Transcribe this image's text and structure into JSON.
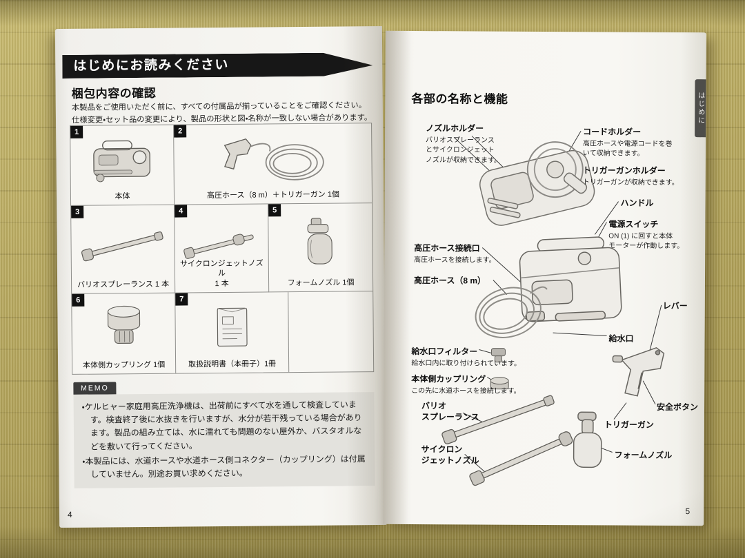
{
  "photo": {
    "left_page": {
      "page_number": "4",
      "banner_title": "はじめにお読みください",
      "section_title": "梱包内容の確認",
      "intro": "本製品をご使用いただく前に、すべての付属品が揃っていることをご確認ください。\n仕様変更・セット品の変更により、製品の形状と図・名称が一致しない場合があります。",
      "items": [
        {
          "num": "1",
          "caption": "本体"
        },
        {
          "num": "2",
          "caption": "高圧ホース（8 m）＋トリガーガン 1個"
        },
        {
          "num": "3",
          "caption": "バリオスプレーランス 1 本"
        },
        {
          "num": "4",
          "caption": "サイクロンジェットノズル\n1 本"
        },
        {
          "num": "5",
          "caption": "フォームノズル 1個"
        },
        {
          "num": "6",
          "caption": "本体側カップリング 1個"
        },
        {
          "num": "7",
          "caption": "取扱説明書（本冊子）1冊"
        }
      ],
      "memo_label": "MEMO",
      "memo_bullets": [
        "・ケルヒャー家庭用高圧洗浄機は、出荷前にすべて水を通して検査しています。検査終了後に水抜きを行いますが、水分が若干残っている場合があります。製品の組み立ては、水に濡れても問題のない屋外か、バスタオルなどを敷いて行ってください。",
        "・本製品には、水道ホースや水道ホース側コネクター（カップリング）は付属していません。別途お買い求めください。"
      ]
    },
    "right_page": {
      "page_number": "5",
      "side_tab": "はじめに",
      "section_title": "各部の名称と機能",
      "callouts": {
        "nozzle_holder": {
          "title": "ノズルホルダー",
          "desc": "バリオスプレーランス\nとサイクロンジェット\nノズルが収納できます。"
        },
        "cord_holder": {
          "title": "コードホルダー",
          "desc": "高圧ホースや電源コードを巻\nいて収納できます。"
        },
        "trigger_gun_holder": {
          "title": "トリガーガンホルダー",
          "desc": "トリガーガンが収納できます。"
        },
        "handle": {
          "title": "ハンドル"
        },
        "power_switch": {
          "title": "電源スイッチ",
          "desc": "ON (1) に回すと本体\nモーターが作動します。"
        },
        "hose_connection": {
          "title": "高圧ホース接続口",
          "desc": "高圧ホースを接続します。"
        },
        "high_pressure_hose": {
          "title": "高圧ホース（8 m）"
        },
        "lever": {
          "title": "レバー"
        },
        "water_inlet": {
          "title": "給水口"
        },
        "inlet_filter": {
          "title": "給水口フィルター",
          "desc": "給水口内に取り付けられています。"
        },
        "coupling": {
          "title": "本体側カップリング",
          "desc": "この先に水道ホースを接続します。"
        },
        "vario_lance": {
          "title": "バリオ\nスプレーランス"
        },
        "safety_button": {
          "title": "安全ボタン"
        },
        "trigger_gun": {
          "title": "トリガーガン"
        },
        "cyclone_jet_nozzle": {
          "title": "サイクロン\nジェットノズル"
        },
        "foam_nozzle": {
          "title": "フォームノズル"
        }
      }
    }
  }
}
